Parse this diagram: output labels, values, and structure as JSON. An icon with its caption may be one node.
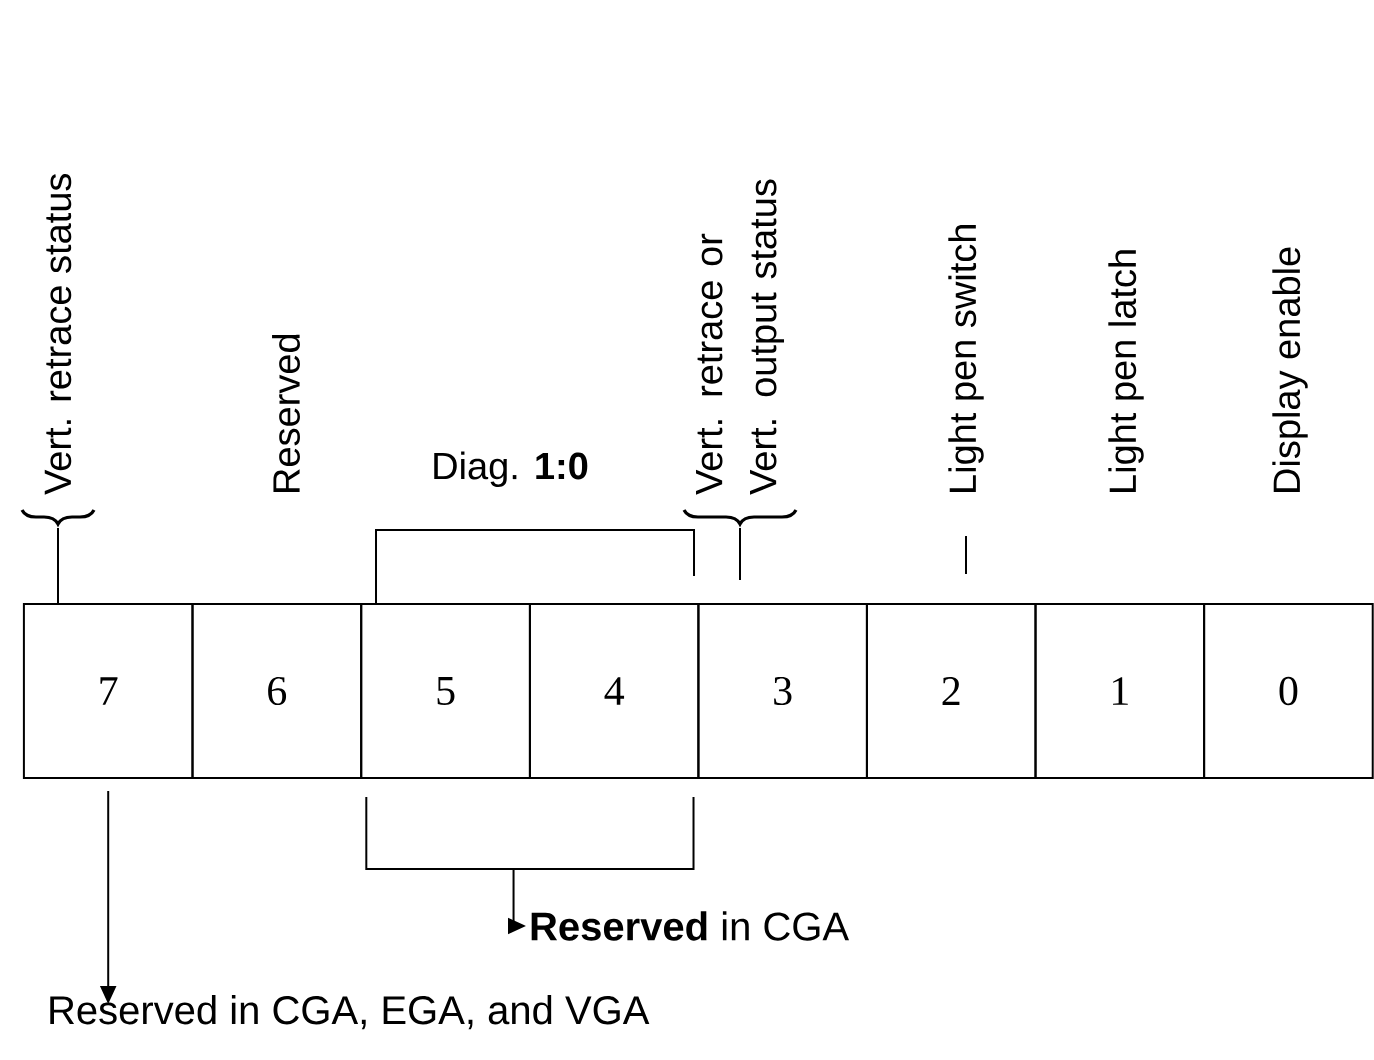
{
  "diagram": {
    "nodes": [
      {
        "text": [
          "7"
        ]
      },
      {
        "text": [
          "6"
        ]
      },
      {
        "text": [
          "5"
        ]
      },
      {
        "text": [
          "4"
        ]
      },
      {
        "text": [
          "3"
        ]
      },
      {
        "text": [
          "2"
        ]
      },
      {
        "text": [
          "1"
        ]
      },
      {
        "text": [
          "0"
        ]
      },
      {
        "text": [
          "Reserved in CGA, EGA, and VGA"
        ]
      },
      {
        "text": [
          "**Reserved** in CGA"
        ]
      }
    ],
    "edges": [
      {
        "from": 0,
        "to": 8,
        "arrow": "to"
      },
      {
        "from": 2,
        "to": 9,
        "arrow": "to"
      },
      {
        "from": 3,
        "to": 9,
        "arrow": "to"
      }
    ],
    "labels": [
      "Vert. retrace status",
      "Reserved",
      "Diag. **1:0**",
      "Vert. retrace or Vert. output status",
      "Light pen switch",
      "Light pen latch",
      "Display enable"
    ]
  }
}
